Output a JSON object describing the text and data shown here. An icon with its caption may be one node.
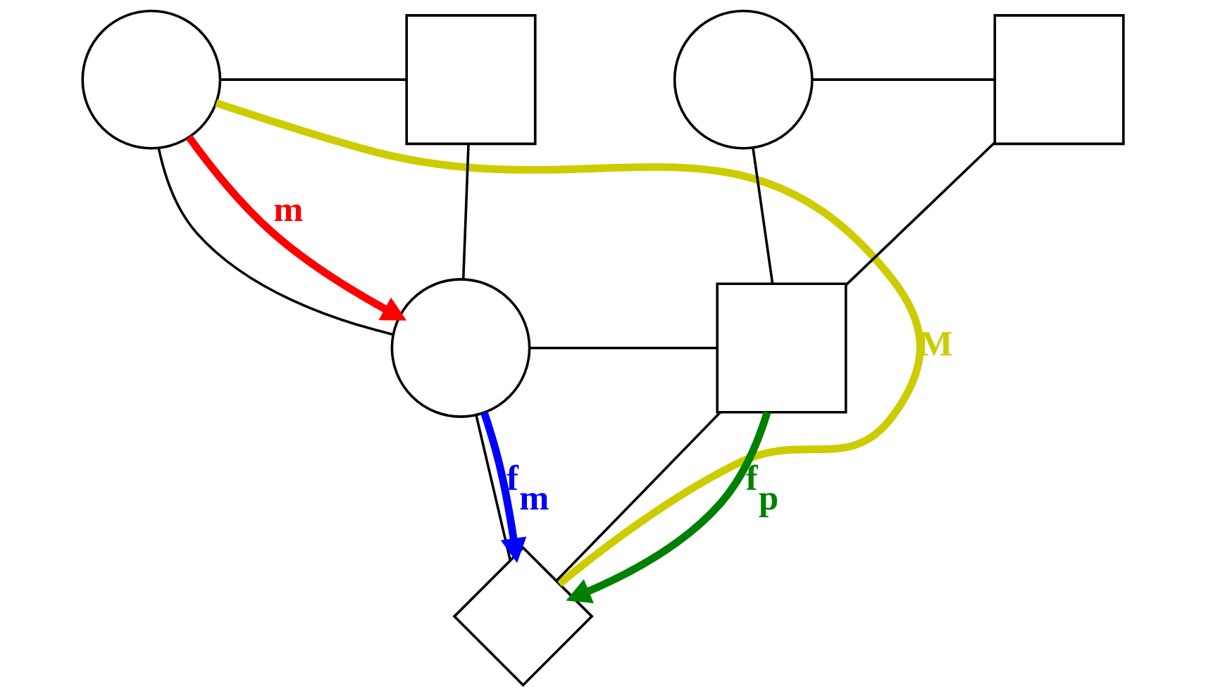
{
  "diagram": {
    "nodes": [
      {
        "text": [],
        "shape": "circle"
      },
      {
        "text": [],
        "shape": "box"
      },
      {
        "text": [],
        "shape": "circle"
      },
      {
        "text": [],
        "shape": "box"
      },
      {
        "text": [],
        "shape": "circle"
      },
      {
        "text": [],
        "shape": "box"
      },
      {
        "text": [],
        "shape": "diamond"
      }
    ],
    "edges": [
      {
        "from": 0,
        "to": 1,
        "arrow": "none"
      },
      {
        "from": 0,
        "to": 4,
        "arrow": "none"
      },
      {
        "from": 1,
        "to": 4,
        "arrow": "none"
      },
      {
        "from": 2,
        "to": 3,
        "arrow": "none"
      },
      {
        "from": 2,
        "to": 5,
        "arrow": "none"
      },
      {
        "from": 3,
        "to": 5,
        "arrow": "none"
      },
      {
        "from": 4,
        "to": 5,
        "arrow": "none"
      },
      {
        "from": 4,
        "to": 6,
        "arrow": "none"
      },
      {
        "from": 5,
        "to": 6,
        "arrow": "none"
      },
      {
        "from": 0,
        "to": 4,
        "arrow": "to",
        "label": "m",
        "style": "thick",
        "color": "#ff0000"
      },
      {
        "from": 0,
        "to": 6,
        "arrow": "none",
        "label": "M",
        "style": "thick",
        "color": "#cccc00"
      },
      {
        "from": 4,
        "to": 6,
        "arrow": "to",
        "label": "f$_{m}$",
        "style": "thick",
        "color": "#0000ff"
      },
      {
        "from": 5,
        "to": 6,
        "arrow": "to",
        "label": "f$_{p}$",
        "style": "thick",
        "color": "#008000"
      }
    ]
  }
}
